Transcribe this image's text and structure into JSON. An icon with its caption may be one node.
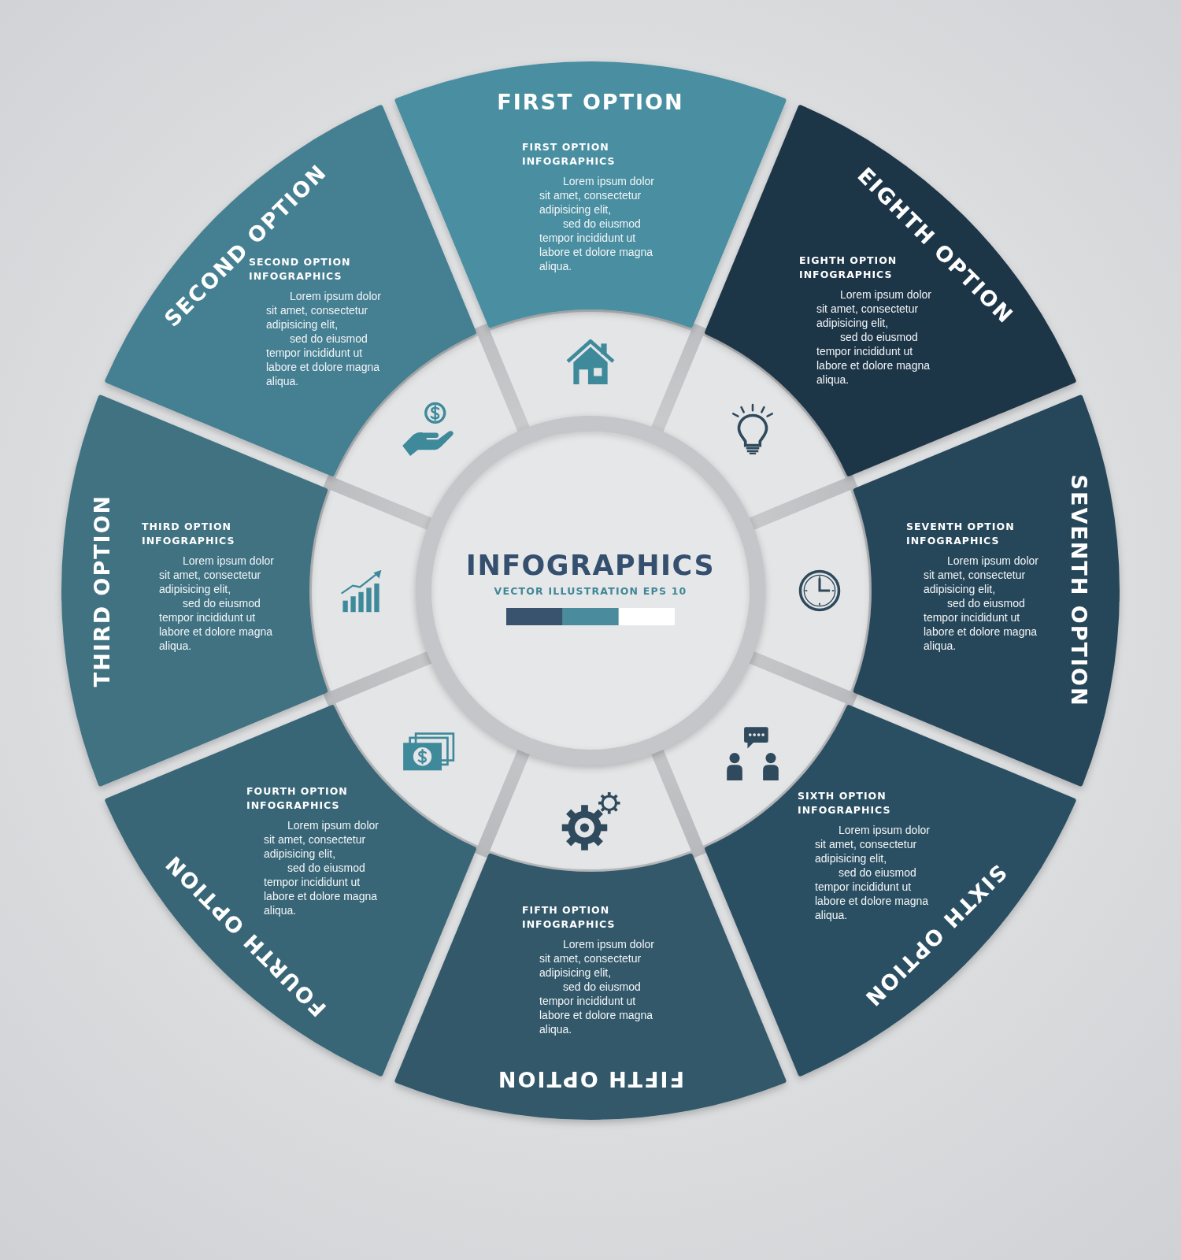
{
  "diagram": {
    "nodes": [
      {
        "text": [
          "FIRST OPTION",
          "FIRST OPTION INFOGRAPHICS",
          "Lorem ipsum dolor sit amet, consectetur adipisicing elit,",
          "sed do eiusmod tempor incididunt ut labore et dolore magna aliqua."
        ]
      },
      {
        "text": [
          "SECOND OPTION",
          "SECOND OPTION INFOGRAPHICS",
          "Lorem ipsum dolor sit amet, consectetur adipisicing elit,",
          "sed do eiusmod tempor incididunt ut labore et dolore magna aliqua."
        ]
      },
      {
        "text": [
          "THIRD OPTION",
          "THIRD OPTION INFOGRAPHICS",
          "Lorem ipsum dolor sit amet, consectetur adipisicing elit,",
          "sed do eiusmod tempor incididunt ut labore et dolore magna aliqua."
        ]
      },
      {
        "text": [
          "FOURTH OPTION",
          "FOURTH OPTION INFOGRAPHICS",
          "Lorem ipsum dolor sit amet, consectetur adipisicing elit,",
          "sed do eiusmod tempor incididunt ut labore et dolore magna aliqua."
        ]
      },
      {
        "text": [
          "FIFTH OPTION",
          "FIFTH OPTION INFOGRAPHICS",
          "Lorem ipsum dolor sit amet, consectetur adipisicing elit,",
          "sed do eiusmod tempor incididunt ut labore et dolore magna aliqua."
        ]
      },
      {
        "text": [
          "SIXTH OPTION",
          "SIXTH OPTION INFOGRAPHICS",
          "Lorem ipsum dolor sit amet, consectetur adipisicing elit,",
          "sed do eiusmod tempor incididunt ut labore et dolore magna aliqua."
        ]
      },
      {
        "text": [
          "SEVENTH OPTION",
          "SEVENTH OPTION INFOGRAPHICS",
          "Lorem ipsum dolor sit amet, consectetur adipisicing elit,",
          "sed do eiusmod tempor incididunt ut labore et dolore magna aliqua."
        ]
      },
      {
        "text": [
          "EIGHTH OPTION",
          "EIGHTH OPTION INFOGRAPHICS",
          "Lorem ipsum dolor sit amet, consectetur adipisicing elit,",
          "sed do eiusmod tempor incididunt ut labore et dolore magna aliqua."
        ]
      },
      {
        "text": [
          "INFOGRAPHICS",
          "VECTOR ILLUSTRATION EPS 10"
        ]
      }
    ]
  }
}
